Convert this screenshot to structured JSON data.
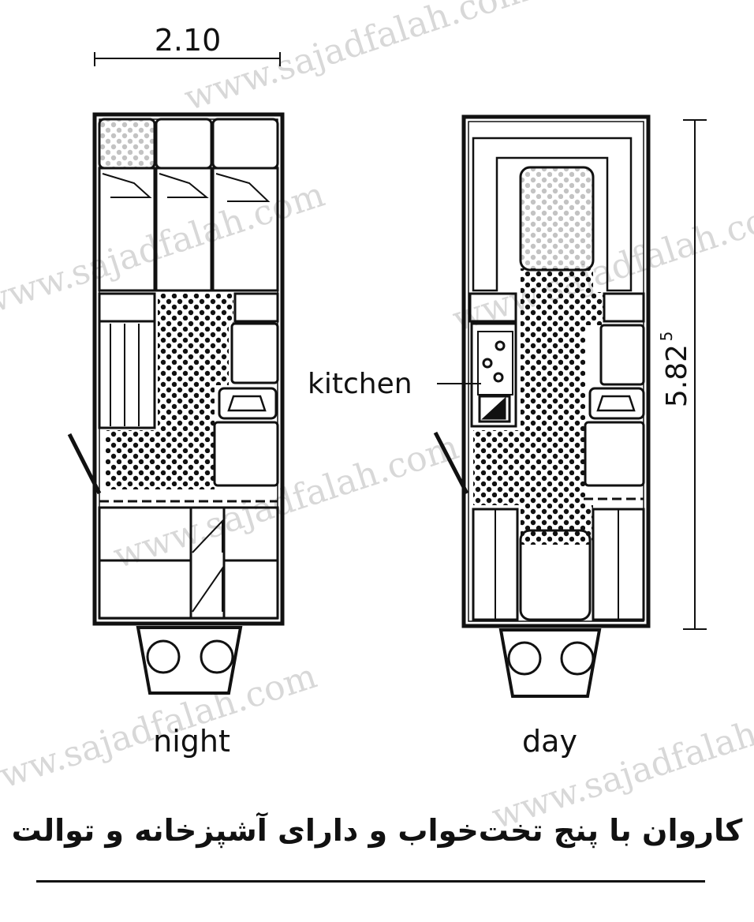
{
  "dimensions": {
    "width_label": "2.10",
    "length_label": "5.82",
    "length_superscript": "5"
  },
  "labels": {
    "night": "night",
    "day": "day",
    "kitchen": "kitchen"
  },
  "caption": "کاروان با پنج تخت‌خواب و دارای آشپزخانه و توالت",
  "watermark": "www.sajadfalah.com",
  "colors": {
    "ink": "#111111",
    "watermark": "#d8d8d8"
  }
}
